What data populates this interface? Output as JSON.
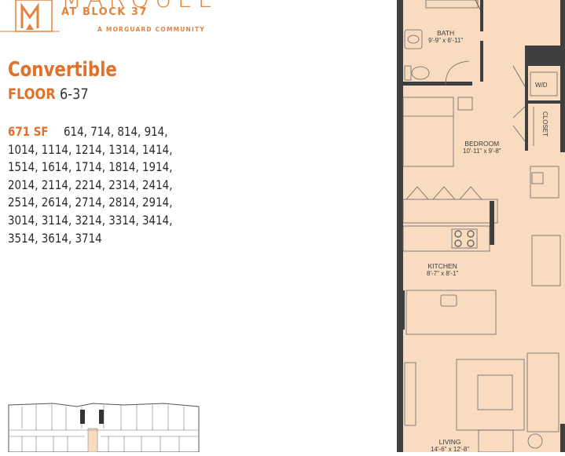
{
  "logo": {
    "name": "MARQUEE",
    "subtitle": "AT BLOCK 37",
    "tagline": "A MORGUARD COMMUNITY"
  },
  "unit": {
    "type": "Convertible",
    "floor_label": "FLOOR",
    "floor_range": "6-37",
    "square_feet": "671 SF",
    "unit_numbers": "614, 714, 814, 914, 1014, 1114, 1214, 1314, 1414, 1514, 1614, 1714, 1814, 1914, 2014, 2114, 2214, 2314, 2414, 2514, 2614, 2714, 2814, 2914, 3014, 3114, 3214, 3314, 3414, 3514, 3614, 3714"
  },
  "floorplan": {
    "rooms": {
      "bath": {
        "name": "BATH",
        "dim": "9'-9\" x 6'-11\""
      },
      "bedroom": {
        "name": "BEDROOM",
        "dim": "10'-11\" x 9'-8\""
      },
      "kitchen": {
        "name": "KITCHEN",
        "dim": "8'-7\" x 8'-1\""
      },
      "living": {
        "name": "LIVING",
        "dim": "14'-6\" x 12'-8\""
      }
    },
    "labels": {
      "wd": "W/D",
      "closet": "CLOSET"
    }
  },
  "colors": {
    "brand_orange": "#e0702a",
    "plan_fill": "#f9dcc0",
    "wall": "#3f3f3f"
  }
}
